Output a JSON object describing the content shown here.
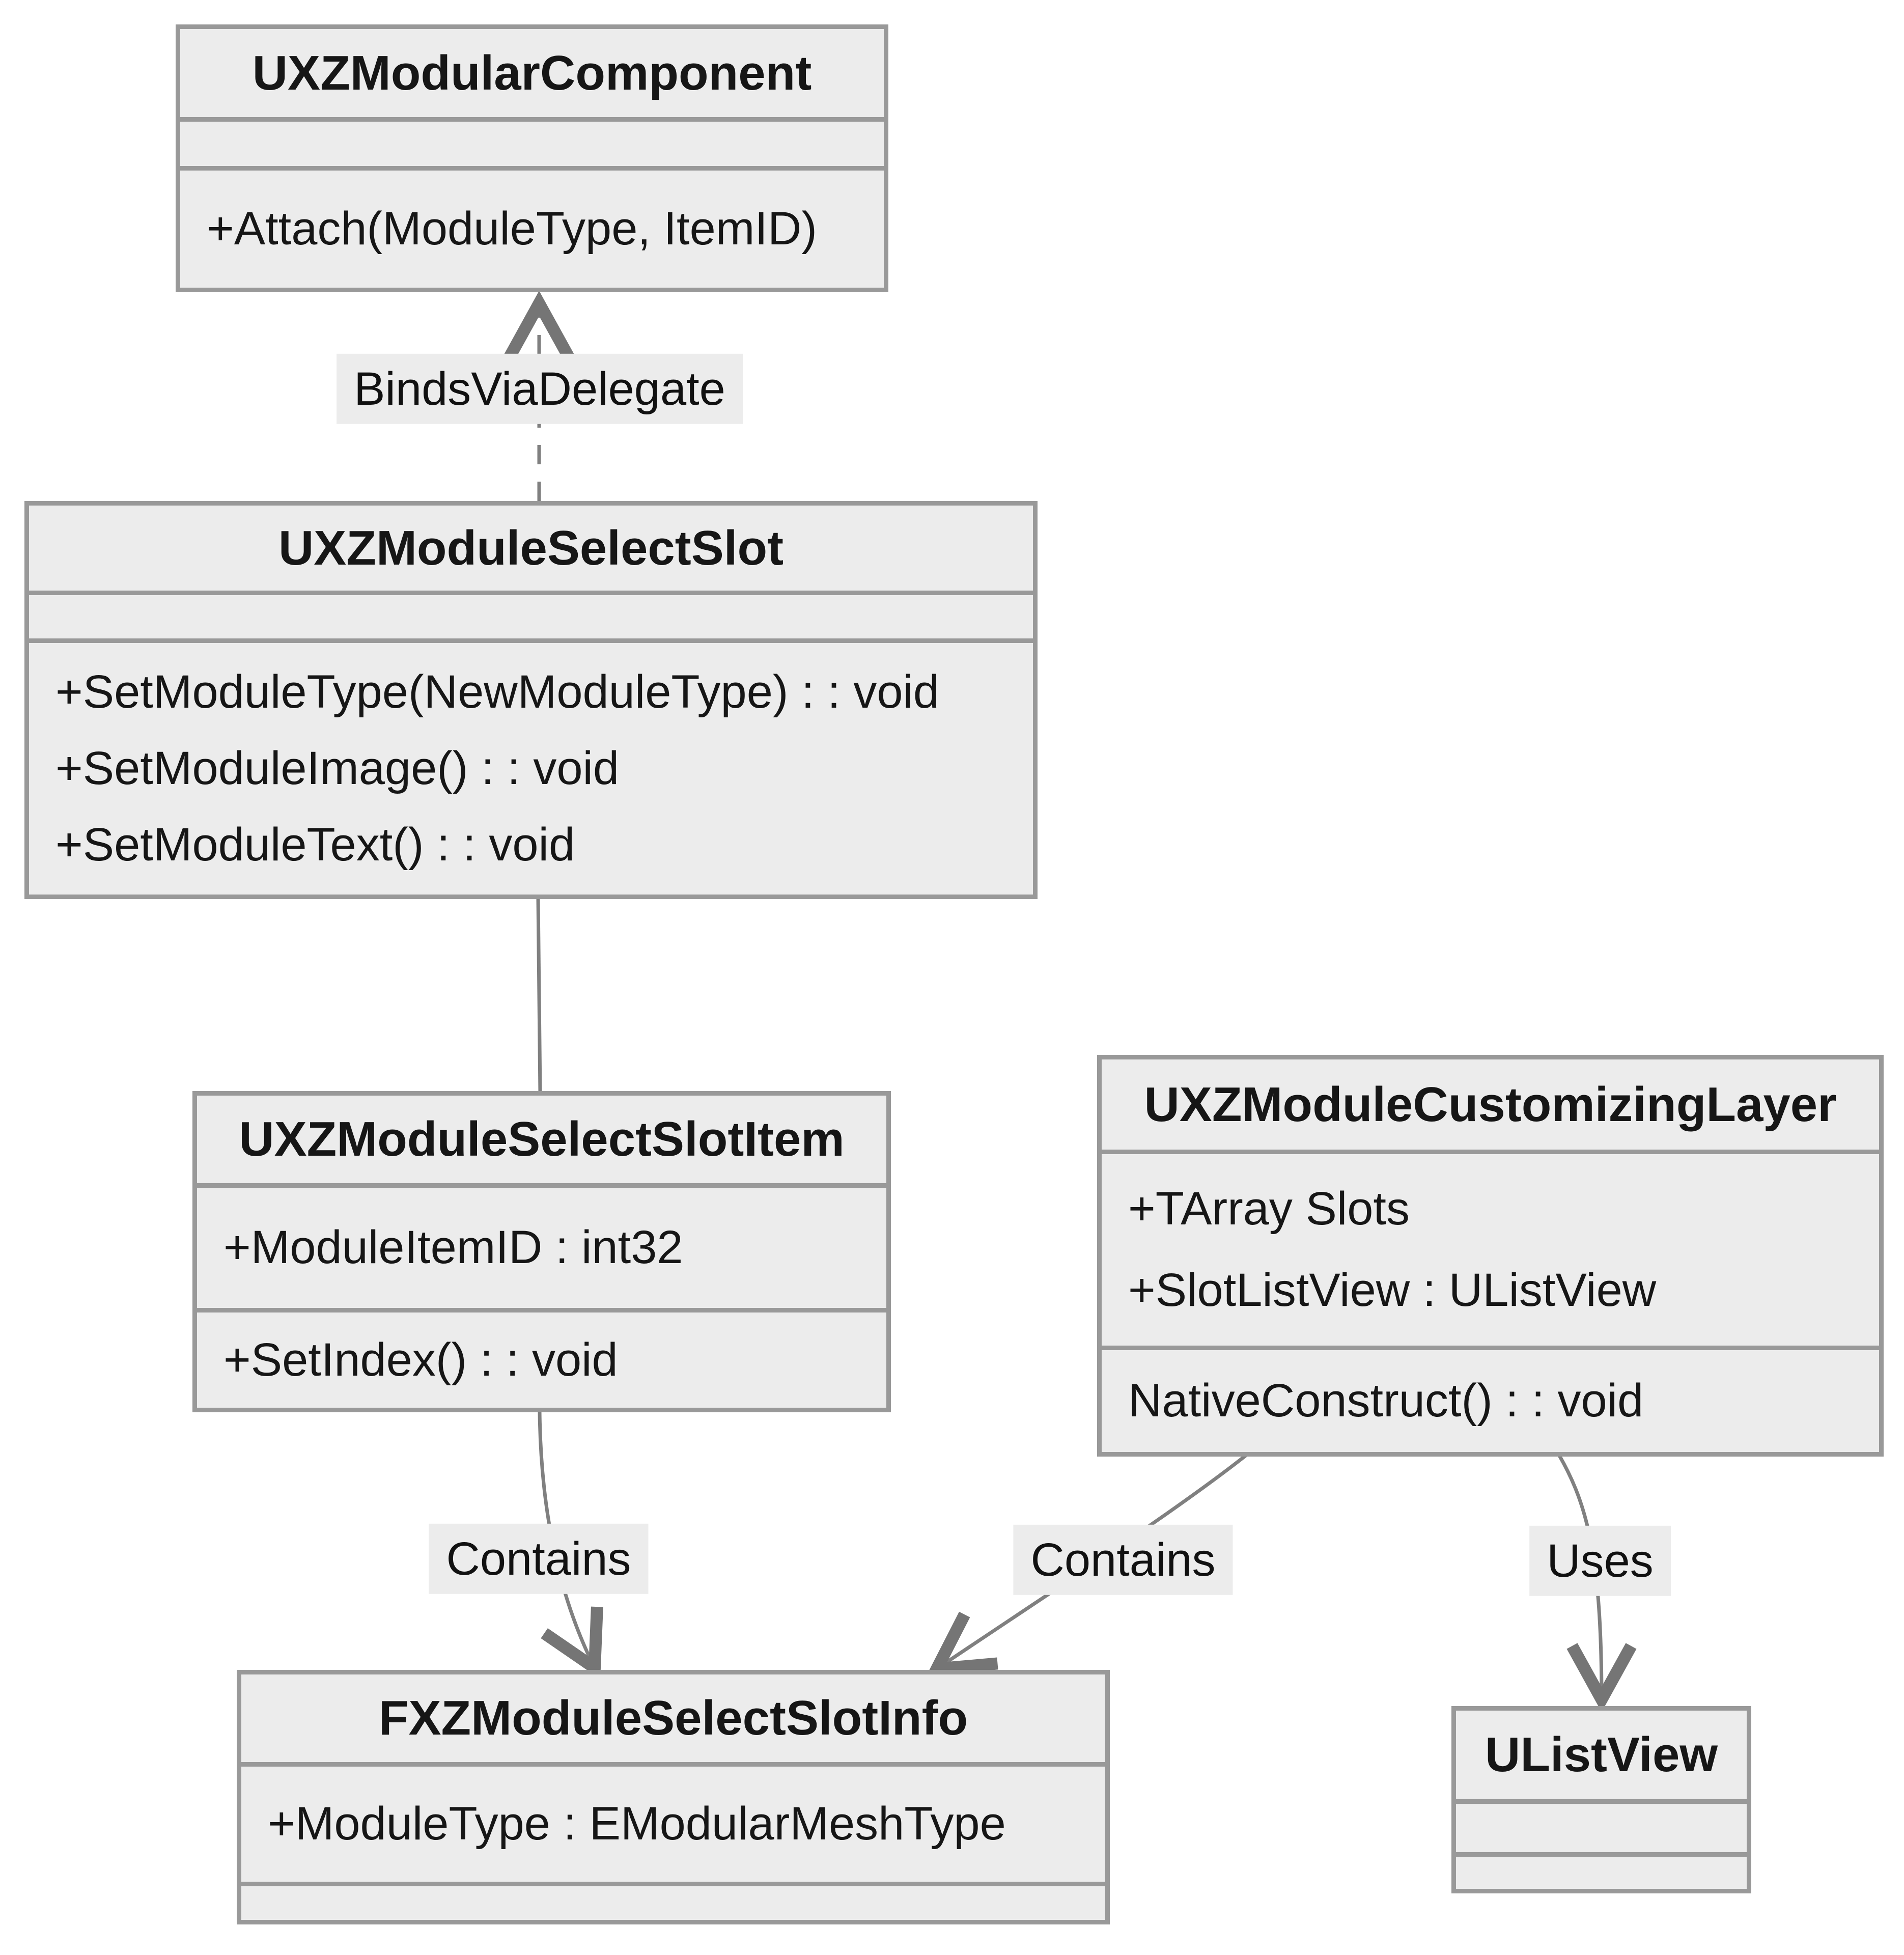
{
  "diagram": {
    "type": "uml-class-diagram",
    "colors": {
      "background": "#ffffff",
      "box_fill": "#ececec",
      "box_border": "#999999",
      "edge_line": "#808080",
      "arrowhead": "#757575",
      "text": "#161616",
      "label_background": "#ececec"
    },
    "classes": [
      {
        "name": "UXZModularComponent",
        "attributes": [],
        "methods": [
          "+Attach(ModuleType, ItemID)"
        ]
      },
      {
        "name": "UXZModuleSelectSlot",
        "attributes": [],
        "methods": [
          "+SetModuleType(NewModuleType) : : void",
          "+SetModuleImage() : : void",
          "+SetModuleText() : : void"
        ]
      },
      {
        "name": "UXZModuleSelectSlotItem",
        "attributes": [
          "+ModuleItemID : int32"
        ],
        "methods": [
          "+SetIndex() : : void"
        ]
      },
      {
        "name": "UXZModuleCustomizingLayer",
        "attributes": [
          "+TArray Slots",
          "+SlotListView : UListView"
        ],
        "methods": [
          "NativeConstruct() : : void"
        ]
      },
      {
        "name": "FXZModuleSelectSlotInfo",
        "attributes": [
          "+ModuleType : EModularMeshType"
        ],
        "methods": []
      },
      {
        "name": "UListView",
        "attributes": [],
        "methods": []
      }
    ],
    "edges": [
      {
        "from": "UXZModuleSelectSlot",
        "to": "UXZModularComponent",
        "label": "BindsViaDelegate",
        "style": "dashed",
        "arrow": "open-up"
      },
      {
        "from": "UXZModuleSelectSlot",
        "to": "UXZModuleSelectSlotItem",
        "label": "",
        "style": "solid",
        "arrow": "none"
      },
      {
        "from": "UXZModuleSelectSlotItem",
        "to": "FXZModuleSelectSlotInfo",
        "label": "Contains",
        "style": "solid",
        "arrow": "open-down"
      },
      {
        "from": "UXZModuleCustomizingLayer",
        "to": "FXZModuleSelectSlotInfo",
        "label": "Contains",
        "style": "solid",
        "arrow": "open-down"
      },
      {
        "from": "UXZModuleCustomizingLayer",
        "to": "UListView",
        "label": "Uses",
        "style": "solid",
        "arrow": "open-down"
      }
    ]
  }
}
